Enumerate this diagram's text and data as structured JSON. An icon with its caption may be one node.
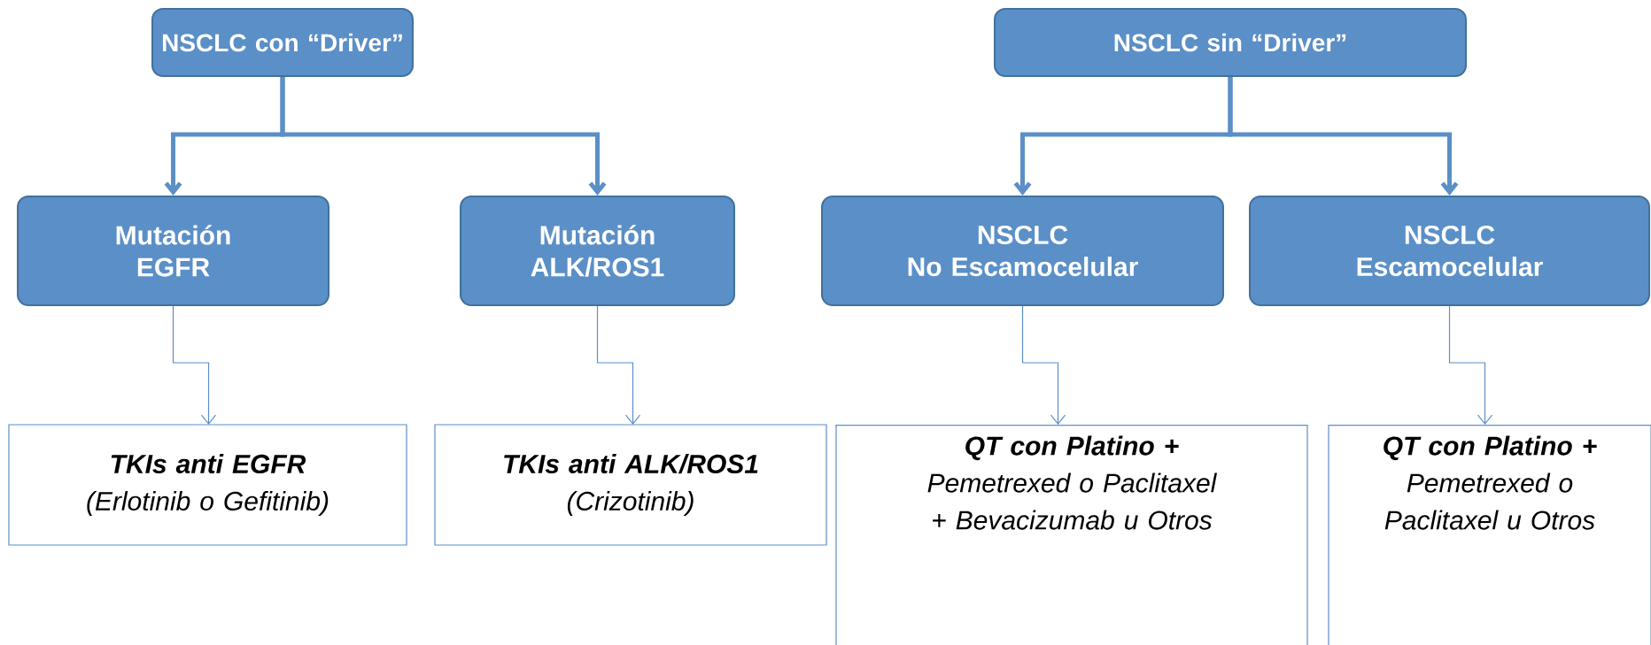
{
  "diagram": {
    "nodes": [
      {
        "text": [
          "NSCLC con “Driver”"
        ]
      },
      {
        "text": [
          "NSCLC sin “Driver”"
        ]
      },
      {
        "text": [
          "Mutación EGFR"
        ]
      },
      {
        "text": [
          "Mutación ALK/ROS1"
        ]
      },
      {
        "text": [
          "NSCLC",
          "No Escamocelular"
        ]
      },
      {
        "text": [
          "NSCLC",
          "Escamocelular"
        ]
      },
      {
        "text": [
          "TKIs anti EGFR",
          "(Erlotinib o Gefitinib)"
        ]
      },
      {
        "text": [
          "TKIs anti ALK/ROS1",
          "(Crizotinib)"
        ]
      },
      {
        "text": [
          "QT con Platino +",
          "Pemetrexed o Paclitaxel + Bevacizumab u Otros"
        ]
      },
      {
        "text": [
          "QT con Platino +",
          "Pemetrexed o Paclitaxel u Otros"
        ]
      }
    ],
    "edges": [
      {
        "from": 0,
        "to": 2,
        "arrow": "to",
        "style": "thick"
      },
      {
        "from": 0,
        "to": 3,
        "arrow": "to",
        "style": "thick"
      },
      {
        "from": 1,
        "to": 4,
        "arrow": "to",
        "style": "thick"
      },
      {
        "from": 1,
        "to": 5,
        "arrow": "to",
        "style": "thick"
      },
      {
        "from": 2,
        "to": 6,
        "arrow": "to"
      },
      {
        "from": 3,
        "to": 7,
        "arrow": "to"
      },
      {
        "from": 4,
        "to": 8,
        "arrow": "to"
      },
      {
        "from": 5,
        "to": 9,
        "arrow": "to"
      }
    ]
  }
}
